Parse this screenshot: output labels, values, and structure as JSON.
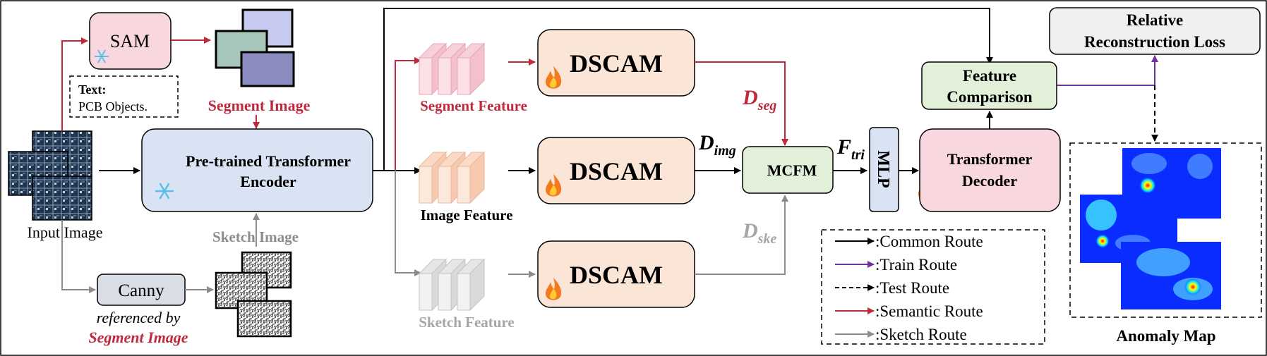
{
  "input": {
    "label": "Input Image"
  },
  "sam": {
    "label": "SAM"
  },
  "text_prompt": {
    "title": "Text:",
    "body": "PCB Objects."
  },
  "segment_image": {
    "label": "Segment Image"
  },
  "encoder": {
    "line1": "Pre-trained Transformer",
    "line2": "Encoder"
  },
  "sketch_image": {
    "label": "Sketch Image"
  },
  "canny": {
    "label": "Canny",
    "note_line1": "referenced by",
    "note_line2": "Segment Image"
  },
  "features": {
    "segment": "Segment Feature",
    "image": "Image Feature",
    "sketch": "Sketch Feature"
  },
  "dscam": {
    "label": "DSCAM"
  },
  "symbols": {
    "d": "D",
    "seg": "seg",
    "img": "img",
    "ske": "ske",
    "f": "F",
    "tri": "tri"
  },
  "mcfm": {
    "label": "MCFM"
  },
  "mlp": {
    "label": "MLP"
  },
  "decoder": {
    "line1": "Transformer",
    "line2": "Decoder"
  },
  "comparison": {
    "line1": "Feature",
    "line2": "Comparison"
  },
  "loss": {
    "line1": "Relative",
    "line2": "Reconstruction Loss"
  },
  "anomaly": {
    "label": "Anomaly Map"
  },
  "legend": {
    "items": [
      {
        "label": ":Common Route",
        "color": "#000000",
        "style": "solid"
      },
      {
        "label": ":Train Route",
        "color": "#7030a0",
        "style": "solid"
      },
      {
        "label": ":Test Route",
        "color": "#000000",
        "style": "dashed"
      },
      {
        "label": ":Semantic Route",
        "color": "#c0283c",
        "style": "solid"
      },
      {
        "label": ":Sketch Route",
        "color": "#8c8c8c",
        "style": "solid"
      }
    ]
  },
  "colors": {
    "semantic": "#c0283c",
    "sketch": "#8c8c8c",
    "train": "#7030a0",
    "dscam_fill": "#fbe5d6",
    "encoder_fill": "#dae3f3",
    "sam_fill": "#f8d7df",
    "mcfm_fill": "#e2f0d9",
    "decoder_fill": "#f8d7df"
  },
  "icons": {
    "frozen": "snowflake-icon",
    "trainable": "flame-icon"
  }
}
